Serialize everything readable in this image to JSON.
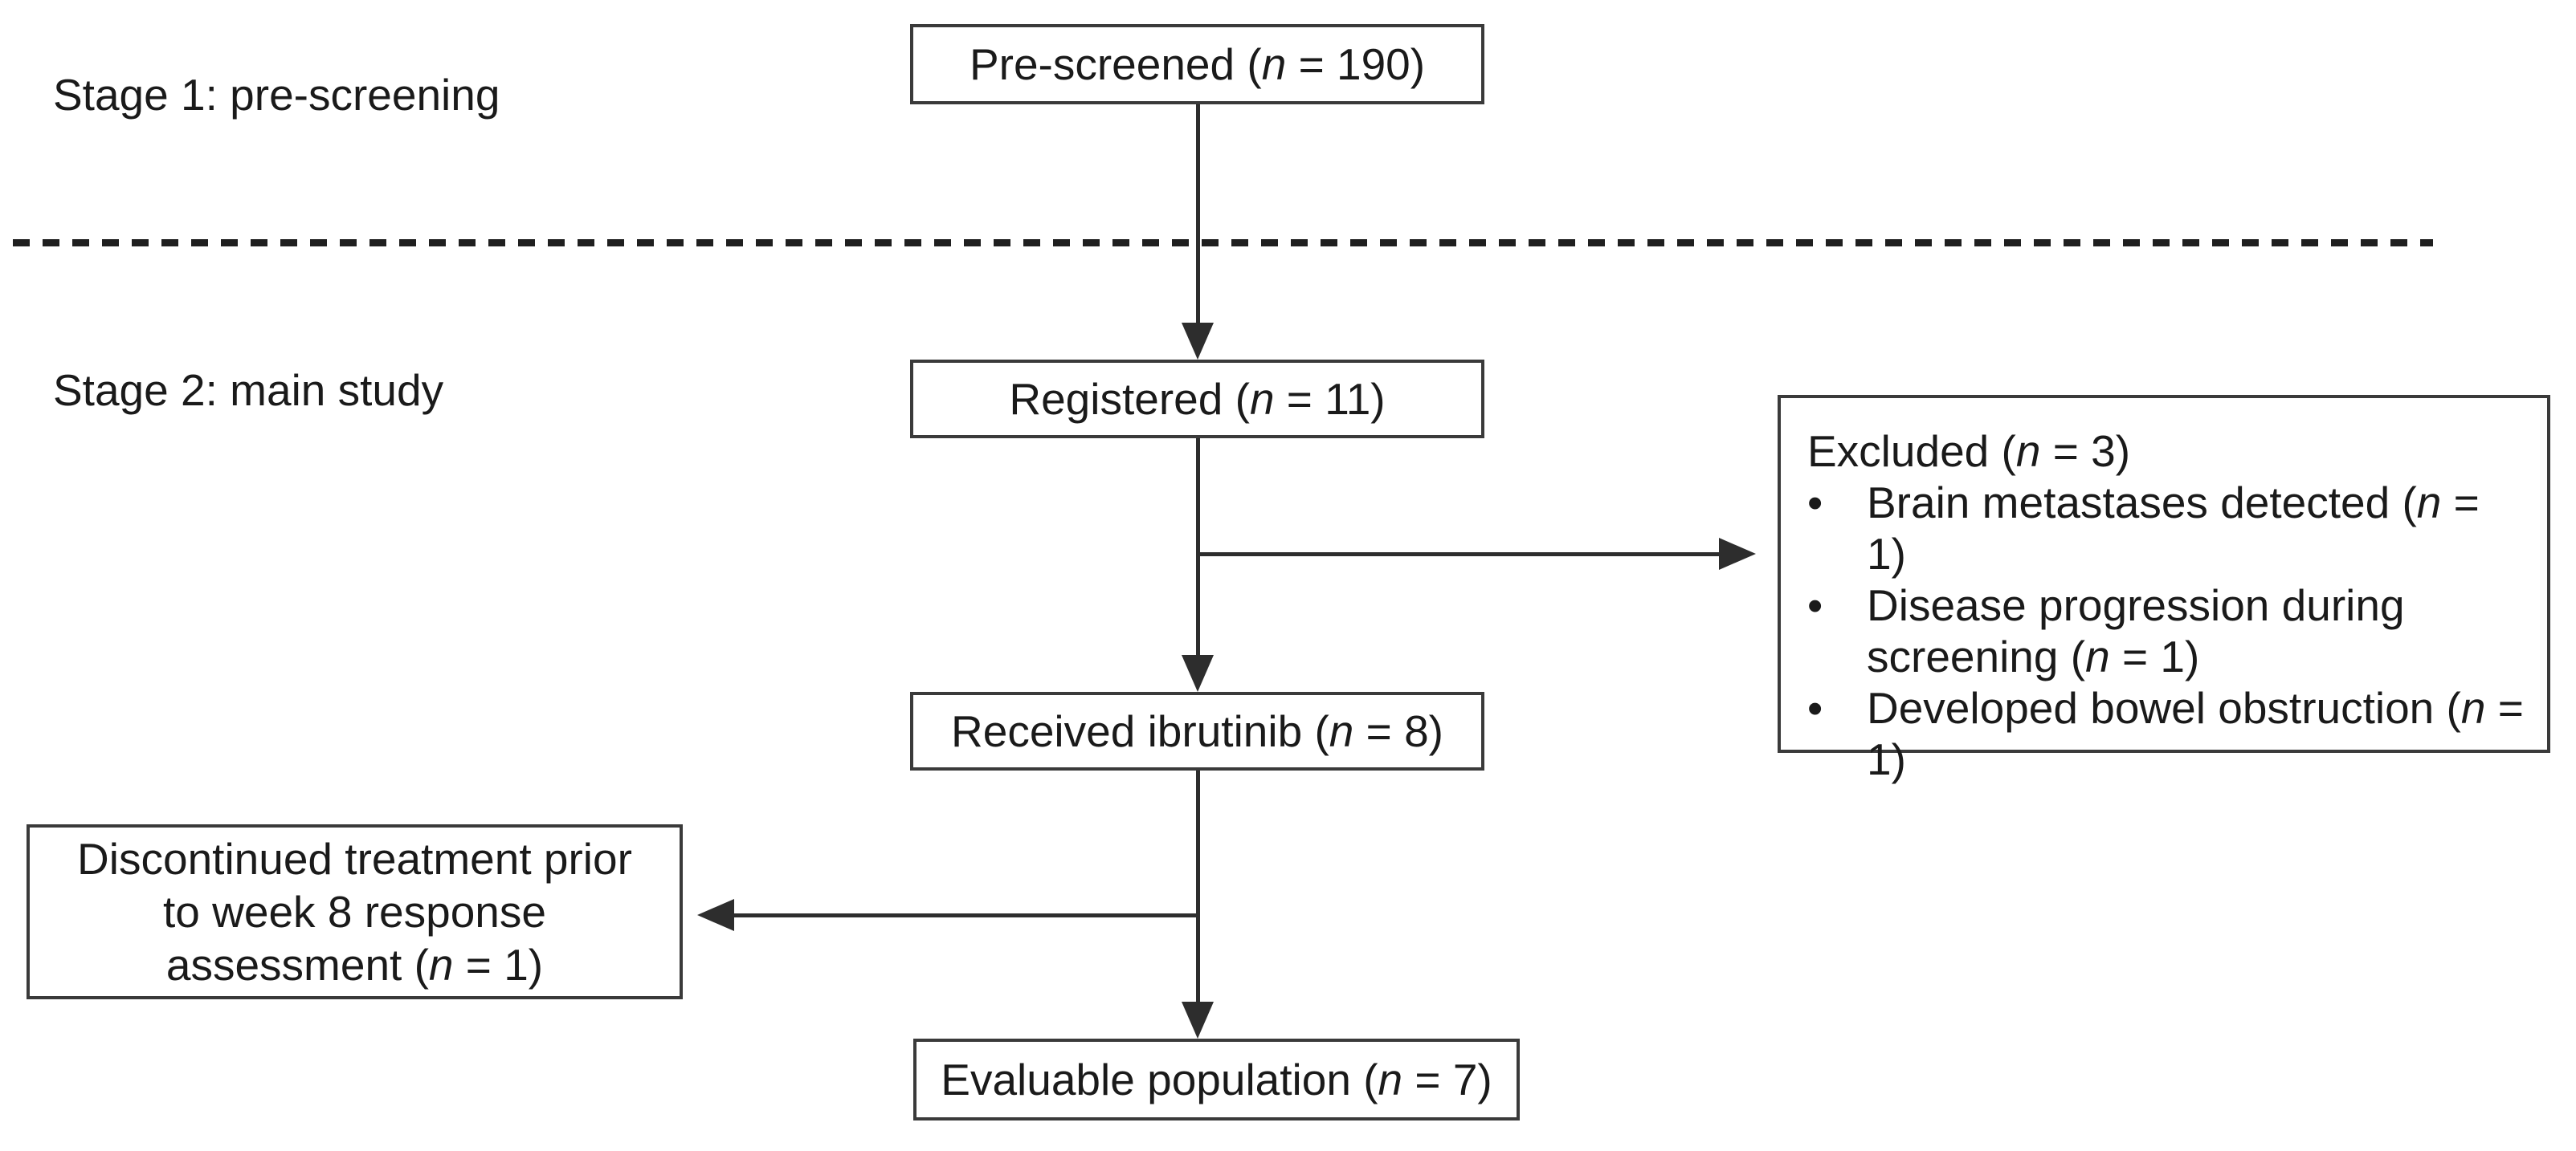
{
  "figure": {
    "type": "study-flow-diagram",
    "stages": 2
  },
  "stage_labels": [
    {
      "text": "Stage 1: pre-screening"
    },
    {
      "text": "Stage 2: main study"
    }
  ],
  "glyphs": {
    "bullet": "•"
  },
  "colors": {
    "background": "#ffffff",
    "text": "#1a1a1a",
    "line": "#2d2d2d",
    "box_border": "#3a3a3a"
  },
  "nodes": {
    "pre_screened": {
      "before": "Pre-screened (",
      "n": "n",
      "after": " = 190)"
    },
    "registered": {
      "before": "Registered (",
      "n": "n",
      "after": " = 11)"
    },
    "received": {
      "before": "Received ibrutinib (",
      "n": "n",
      "after": " = 8)"
    },
    "evaluable": {
      "before": "Evaluable population (",
      "n": "n",
      "after": " = 7)"
    },
    "excluded": {
      "title": {
        "before": "Excluded (",
        "n": "n",
        "after": " = 3)"
      },
      "bullets": [
        {
          "before": "Brain metastases detected (",
          "n": "n",
          "after": " = 1)"
        },
        {
          "before": "Disease progression during screening (",
          "n": "n",
          "after": " = 1)"
        },
        {
          "before": "Developed bowel obstruction (",
          "n": "n",
          "after": " = 1)"
        }
      ]
    },
    "discontinued": {
      "lines": [
        "Discontinued treatment prior",
        "to week 8 response"
      ],
      "last_line": {
        "before": "assessment (",
        "n": "n",
        "after": " = 1)"
      }
    }
  }
}
